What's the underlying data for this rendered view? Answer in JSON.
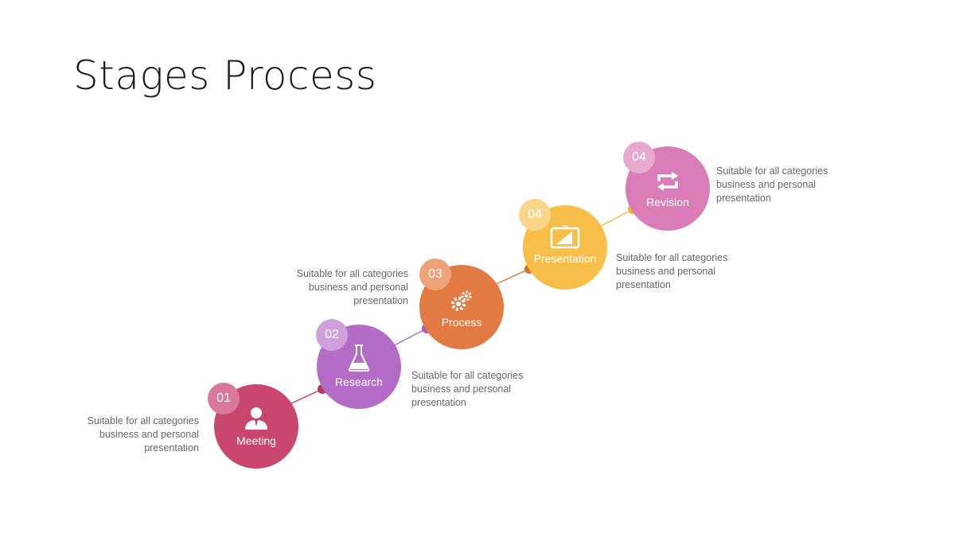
{
  "title": "Stages Process",
  "stages": [
    {
      "number": "01",
      "label": "Meeting",
      "icon": "person-icon",
      "color": "#c9466f",
      "badge_color": "#d9789a",
      "description": "Suitable for all categories business and personal presentation"
    },
    {
      "number": "02",
      "label": "Research",
      "icon": "flask-icon",
      "color": "#b56cc6",
      "badge_color": "#cfa0dc",
      "description": "Suitable for all categories business and personal presentation"
    },
    {
      "number": "03",
      "label": "Process",
      "icon": "gears-icon",
      "color": "#e47a43",
      "badge_color": "#eea277",
      "description": "Suitable for all categories business and personal presentation"
    },
    {
      "number": "04",
      "label": "Presentation",
      "icon": "presentation-board-icon",
      "color": "#f7bf4a",
      "badge_color": "#f9d68a",
      "description": "Suitable for all categories business and personal presentation"
    },
    {
      "number": "04",
      "label": "Revision",
      "icon": "repeat-icon",
      "color": "#d97cb8",
      "badge_color": "#e8a9d1",
      "description": "Suitable for all categories business and personal presentation"
    }
  ]
}
